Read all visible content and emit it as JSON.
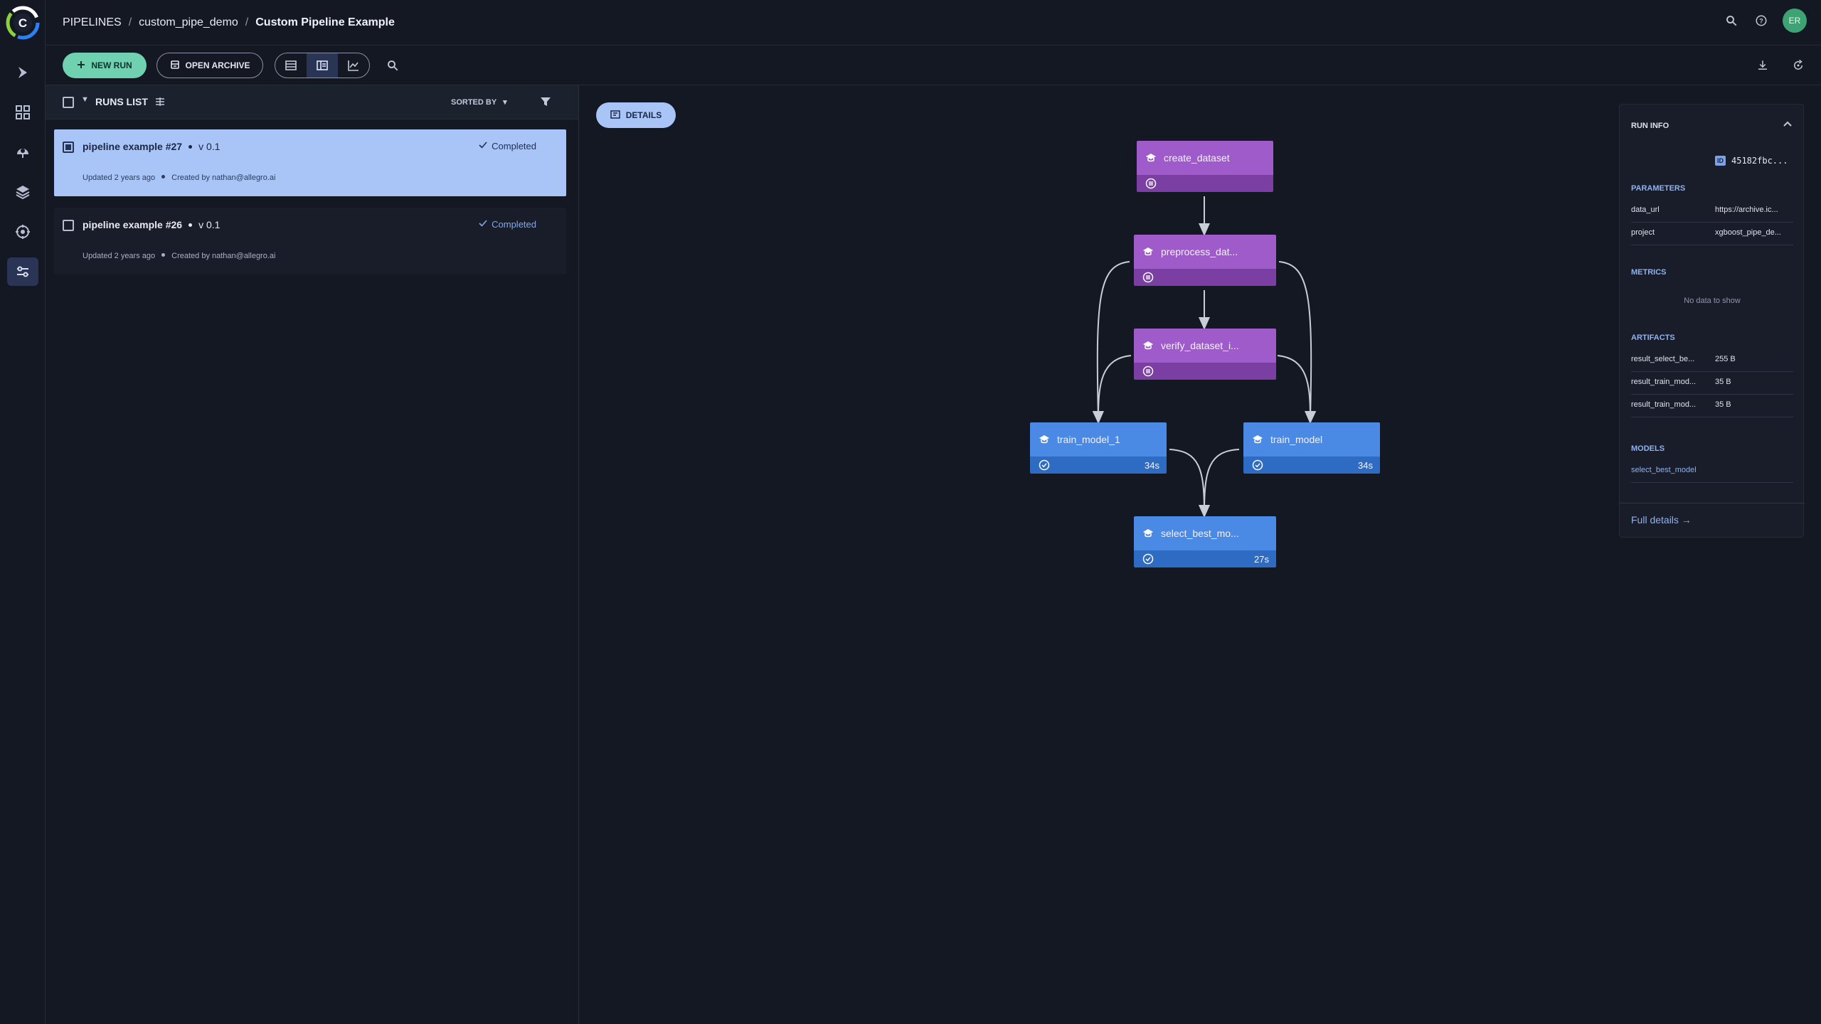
{
  "breadcrumb": {
    "root": "PIPELINES",
    "project": "custom_pipe_demo",
    "pipeline": "Custom Pipeline Example"
  },
  "header": {
    "avatar_initials": "ER"
  },
  "toolbar": {
    "new_run": "NEW RUN",
    "open_archive": "OPEN ARCHIVE"
  },
  "runs_list": {
    "title": "RUNS LIST",
    "sorted_by": "SORTED BY",
    "runs": [
      {
        "name": "pipeline example #27",
        "version": "v 0.1",
        "status": "Completed",
        "updated": "Updated 2 years ago",
        "created_by": "Created by nathan@allegro.ai",
        "selected": true
      },
      {
        "name": "pipeline example #26",
        "version": "v 0.1",
        "status": "Completed",
        "updated": "Updated 2 years ago",
        "created_by": "Created by nathan@allegro.ai",
        "selected": false
      }
    ]
  },
  "canvas": {
    "details_label": "DETAILS",
    "nodes": [
      {
        "label": "create_dataset",
        "status": "queued",
        "duration": ""
      },
      {
        "label": "preprocess_dat...",
        "status": "queued",
        "duration": ""
      },
      {
        "label": "verify_dataset_i...",
        "status": "queued",
        "duration": ""
      },
      {
        "label": "train_model_1",
        "status": "completed",
        "duration": "34s"
      },
      {
        "label": "train_model",
        "status": "completed",
        "duration": "34s"
      },
      {
        "label": "select_best_mo...",
        "status": "completed",
        "duration": "27s"
      }
    ],
    "colors": {
      "queued_top": "#a05bcb",
      "queued_bottom": "#7b3fa4",
      "completed_top": "#4a8ae5",
      "completed_bottom": "#2e6bc2"
    }
  },
  "run_info": {
    "title": "RUN INFO",
    "id_tag": "ID",
    "id": "45182fbc...",
    "parameters_title": "PARAMETERS",
    "parameters": [
      {
        "key": "data_url",
        "value": "https://archive.ic..."
      },
      {
        "key": "project",
        "value": "xgboost_pipe_de..."
      }
    ],
    "metrics_title": "METRICS",
    "metrics_empty": "No data to show",
    "artifacts_title": "ARTIFACTS",
    "artifacts": [
      {
        "key": "result_select_be...",
        "value": "255 B"
      },
      {
        "key": "result_train_mod...",
        "value": "35 B"
      },
      {
        "key": "result_train_mod...",
        "value": "35 B"
      }
    ],
    "models_title": "MODELS",
    "models": [
      {
        "name": "select_best_model"
      }
    ],
    "full_details": "Full details →"
  }
}
